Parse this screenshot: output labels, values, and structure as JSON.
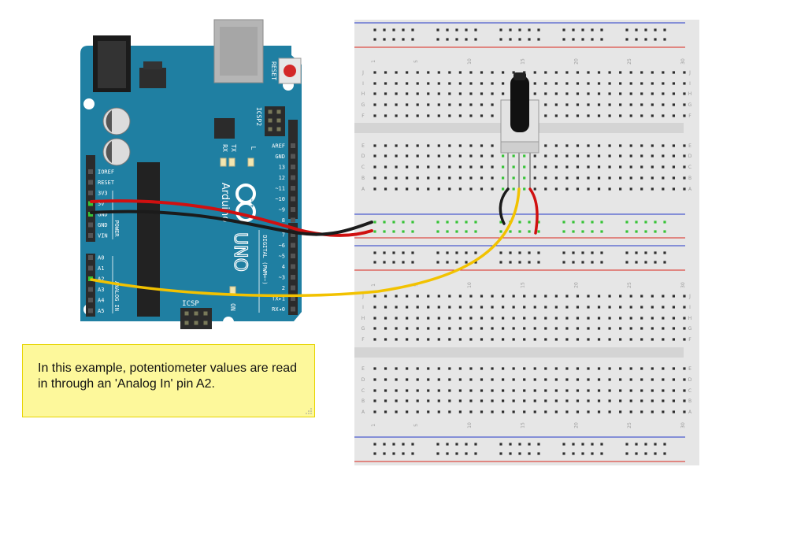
{
  "note": {
    "text": "In this example, potentiometer values are read in through an 'Analog In' pin A2."
  },
  "arduino": {
    "board_name": "Arduino",
    "model": "UNO",
    "reset_label": "RESET",
    "icsp2_label": "ICSP2",
    "icsp_label": "ICSP",
    "on_label": "ON",
    "tx_label": "TX",
    "rx_label": "RX",
    "l_label": "L",
    "power_label": "POWER",
    "analog_label": "ANALOG IN",
    "digital_label": "DIGITAL (PWM=~)",
    "power_pins": [
      "IOREF",
      "RESET",
      "3V3",
      "5V",
      "GND",
      "GND",
      "VIN"
    ],
    "analog_pins": [
      "A0",
      "A1",
      "A2",
      "A3",
      "A4",
      "A5"
    ],
    "digital_top_pins": [
      "AREF",
      "GND",
      "13",
      "12",
      "~11",
      "~10",
      "~9",
      "8"
    ],
    "digital_bottom_pins": [
      "7",
      "~6",
      "~5",
      "4",
      "~3",
      "2",
      "TX▸1",
      "RX◂0"
    ],
    "colors": {
      "board": "#1f7fa2",
      "header": "#2b2b2b"
    }
  },
  "breadboard": {
    "column_numbers": [
      "1",
      "5",
      "10",
      "15",
      "20",
      "25",
      "30"
    ],
    "row_letters_top": [
      "J",
      "I",
      "H",
      "G",
      "F"
    ],
    "row_letters_bottom": [
      "E",
      "D",
      "C",
      "B",
      "A"
    ],
    "colors": {
      "rail_red": "#d9261c",
      "rail_blue": "#2438c8",
      "body": "#e7e7e7"
    }
  },
  "wires": {
    "red": "#d01010",
    "black": "#1b1b1b",
    "yellow": "#f2c200"
  }
}
